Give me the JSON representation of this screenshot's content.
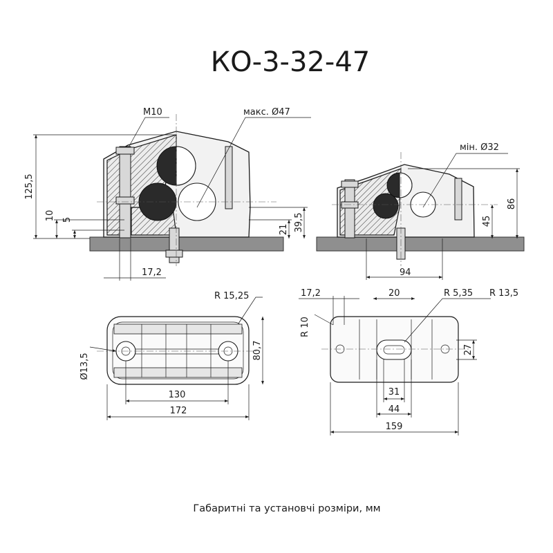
{
  "title": "КО-3-32-47",
  "caption": "Габаритні та установчі розміри, мм",
  "dimensions": {
    "m10": "М10",
    "max_d47": "макс. Ø47",
    "min_d32": "мін. Ø32",
    "h125_5": "125,5",
    "h10": "10",
    "h5": "5",
    "h21": "21",
    "h39_5": "39,5",
    "h86": "86",
    "h45": "45",
    "w17_2_a": "17,2",
    "w94": "94",
    "r15_25": "R 15,25",
    "d13_5": "Ø13,5",
    "h80_7": "80,7",
    "w130": "130",
    "w172": "172",
    "w17_2_b": "17,2",
    "w20": "20",
    "r5_35": "R 5,35",
    "r13_5": "R 13,5",
    "r10": "R 10",
    "h27": "27",
    "w31": "31",
    "w44": "44",
    "w159": "159"
  }
}
